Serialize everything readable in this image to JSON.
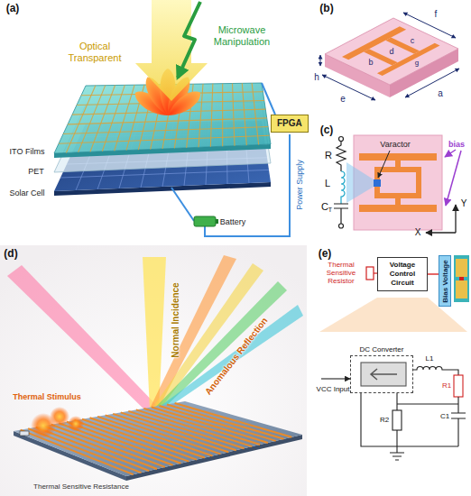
{
  "diagram": {
    "nodes": [
      {
        "text": [
          "FPGA"
        ]
      },
      {
        "text": [
          "Voltage Control Circuit"
        ]
      },
      {
        "text": [
          "Bias Voltage"
        ]
      },
      {
        "text": [
          "DC Converter"
        ]
      }
    ],
    "edges": [
      {
        "from": 1,
        "to": 2,
        "arrow": "none"
      }
    ],
    "labels": [
      "(a)",
      "Optical Transparent",
      "Microwave Manipulation",
      "ITO Films",
      "PET",
      "Solar Cell",
      "Power Supply",
      "Battery",
      "(b)",
      "a",
      "b",
      "c",
      "d",
      "e",
      "f",
      "g",
      "h",
      "(c)",
      "R",
      "L",
      "C",
      "T",
      "Varactor",
      "bias",
      "Y",
      "X",
      "(d)",
      "Normal Incidence",
      "Anomalous Reflection",
      "Thermal Stimulus",
      "Thermal Sensitive Resistance",
      "(e)",
      "Thermal Sensitive Resistor",
      "L1",
      "R1",
      "VCC Input",
      "R2",
      "C1"
    ]
  }
}
